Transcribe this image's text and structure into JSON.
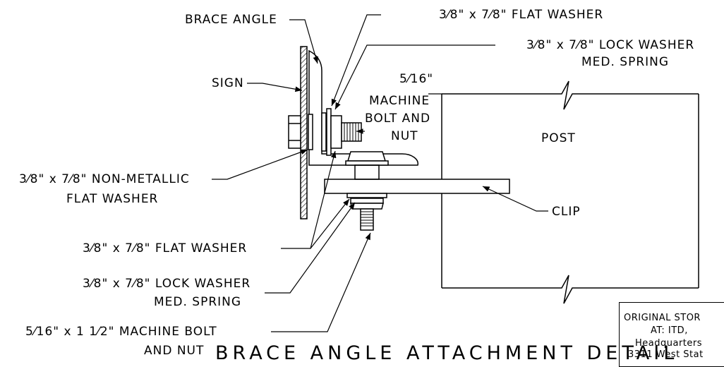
{
  "labels": {
    "brace_angle": "BRACE ANGLE",
    "flat_washer_top": "3⁄8\" x 7⁄8\" FLAT WASHER",
    "lock_washer_top_1": "3⁄8\" x 7⁄8\" LOCK WASHER",
    "lock_washer_top_2": "MED. SPRING",
    "sign": "SIGN",
    "machine_bolt_1": "5⁄16\"",
    "machine_bolt_2": "MACHINE",
    "machine_bolt_3": "BOLT AND",
    "machine_bolt_4": "NUT",
    "post": "POST",
    "nonmetallic_1": "3⁄8\" x 7⁄8\" NON-METALLIC",
    "nonmetallic_2": "FLAT WASHER",
    "clip": "CLIP",
    "flat_washer_bottom": "3⁄8\" x 7⁄8\" FLAT WASHER",
    "lock_washer_bottom_1": "3⁄8\" x 7⁄8\" LOCK WASHER",
    "lock_washer_bottom_2": "MED. SPRING",
    "bolt_bottom_1": "5⁄16\" x 1 1⁄2\" MACHINE BOLT",
    "bolt_bottom_2": "AND NUT"
  },
  "title": "BRACE ANGLE ATTACHMENT DETAIL",
  "stamp": {
    "line1": "ORIGINAL STOR",
    "line2": "AT: ITD,",
    "line3": "Headquarters",
    "line4": "3311 West Stat"
  }
}
